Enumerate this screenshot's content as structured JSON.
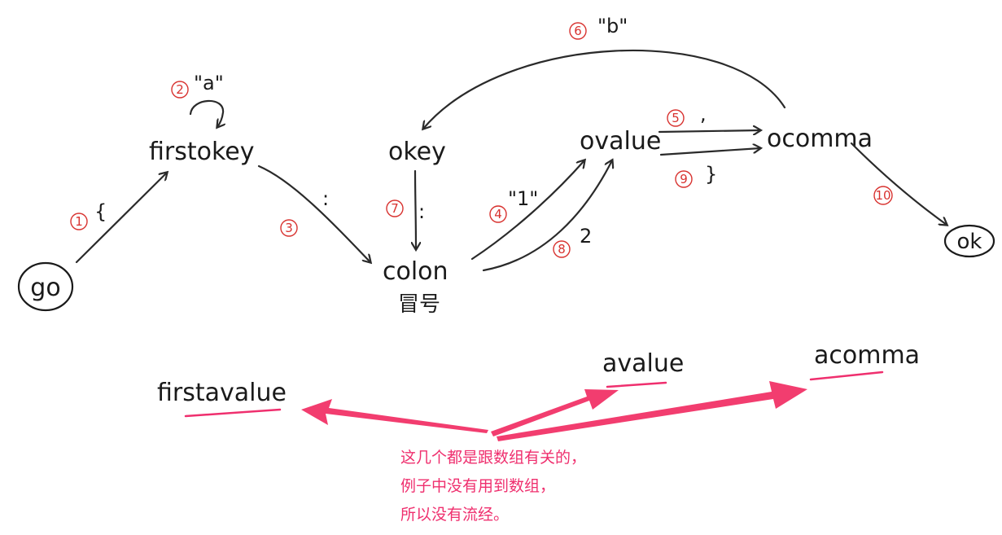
{
  "nodes": {
    "go": "go",
    "firstokey": "firstokey",
    "okey": "okey",
    "colon": "colon",
    "colon_cn": "冒号",
    "ovalue": "ovalue",
    "ocomma": "ocomma",
    "ok": "ok"
  },
  "edges": [
    {
      "num": "1",
      "label": "{"
    },
    {
      "num": "2",
      "label": "\"a\""
    },
    {
      "num": "3",
      "label": ":"
    },
    {
      "num": "4",
      "label": "\"1\""
    },
    {
      "num": "5",
      "label": ","
    },
    {
      "num": "6",
      "label": "\"b\""
    },
    {
      "num": "7",
      "label": ":"
    },
    {
      "num": "8",
      "label": "2"
    },
    {
      "num": "9",
      "label": "}"
    },
    {
      "num": "10",
      "label": ""
    }
  ],
  "unused_nodes": [
    "firstavalue",
    "avalue",
    "acomma"
  ],
  "note_lines": [
    "这几个都是跟数组有关的，",
    "例子中没有用到数组，",
    "所以没有流经。"
  ],
  "colors": {
    "ink": "#1a1a1a",
    "number_red": "#d8322f",
    "annotation_pink": "#ef2f6e"
  }
}
